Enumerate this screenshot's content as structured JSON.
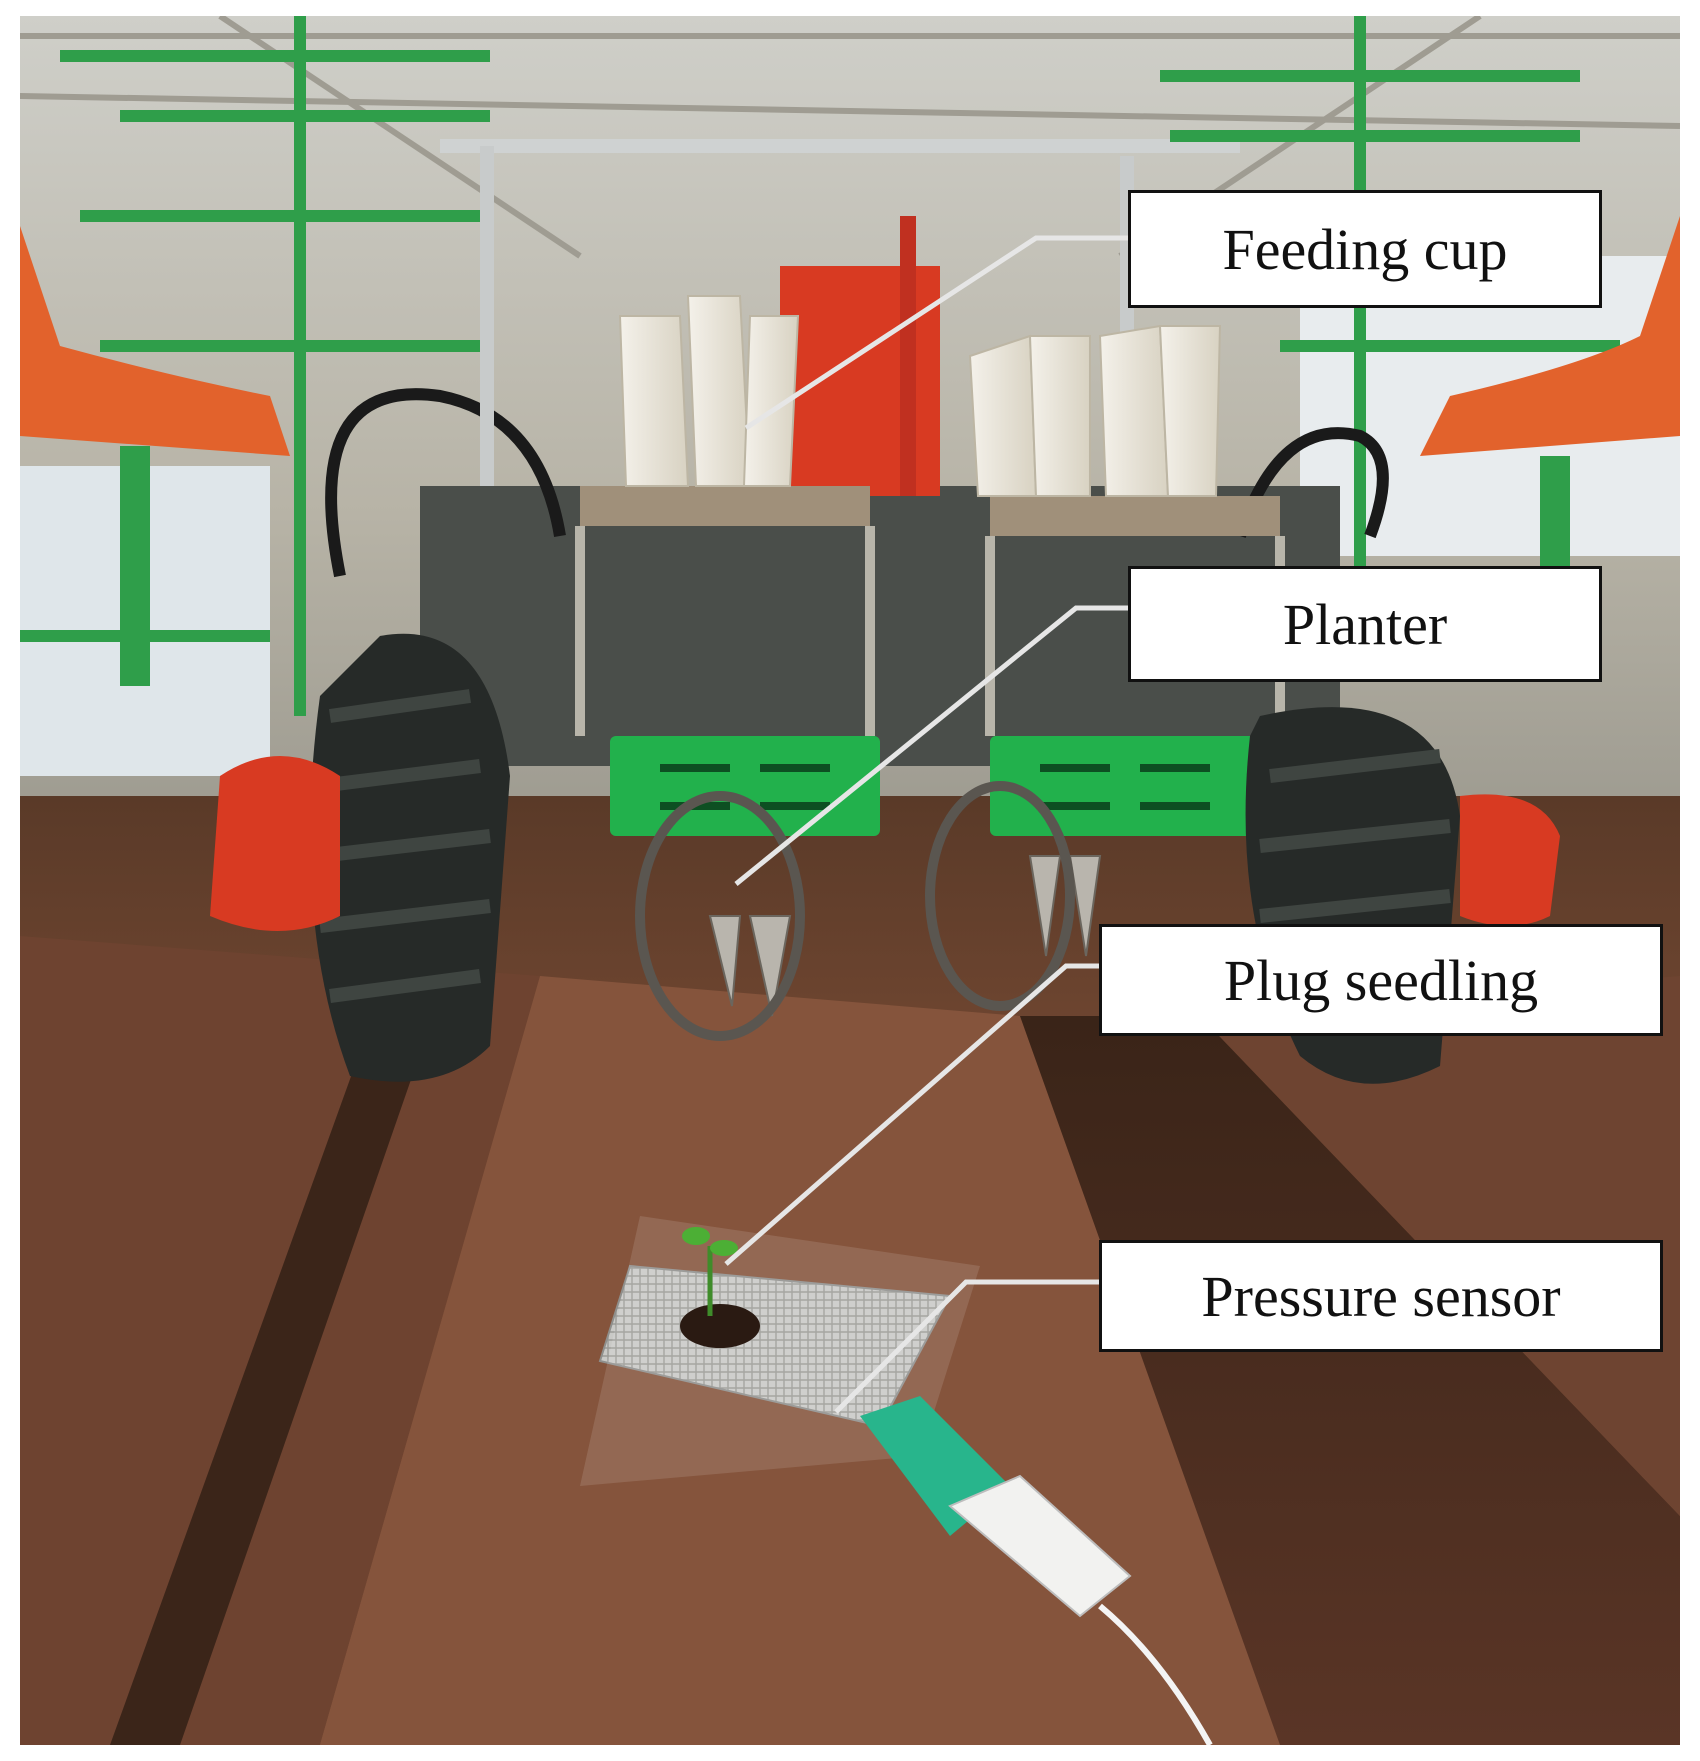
{
  "labels": {
    "feeding_cup": "Feeding cup",
    "planter": "Planter",
    "plug_seedling": "Plug seedling",
    "pressure_sensor": "Pressure sensor"
  },
  "colors": {
    "soil": "#7a4a33",
    "frame_green": "#2f9e4a",
    "planter_green": "#22b14c",
    "accent_red": "#d83a22",
    "orange_seat": "#e2622c",
    "sensor_teal": "#28b58c",
    "leader_line": "#e6e6e6"
  }
}
